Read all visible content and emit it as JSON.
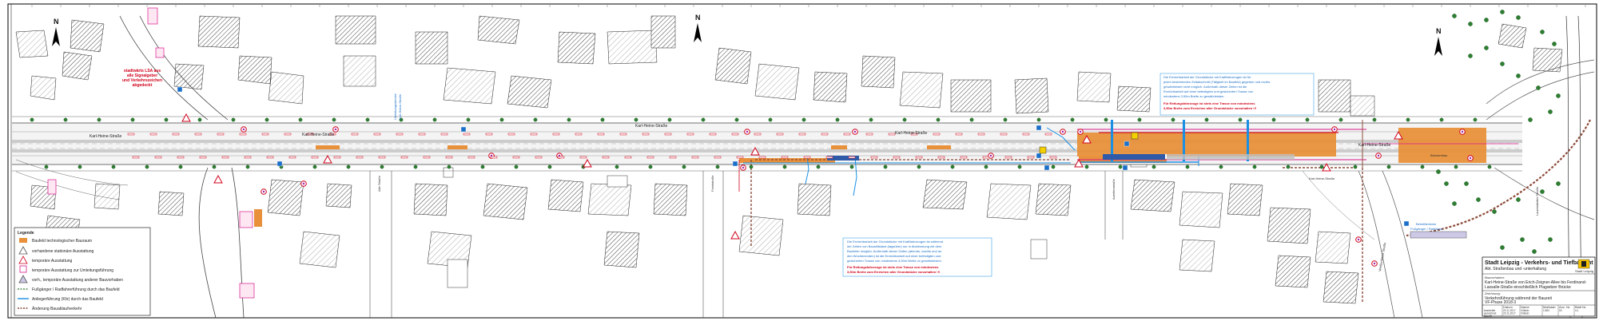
{
  "streets": {
    "main_left": "Karl-Heine-Straße",
    "main_mid": "Karl-Heine-Straße",
    "main_mid2": "Karl-Heine-Straße",
    "main_right": "Karl-Heine-Straße",
    "side_1": "Alte Straße",
    "side_2": "Forststraße",
    "side_3": "Aurelienstraße",
    "side_4": "Weißenfelser Straße",
    "side_5": "Lauchstädter Straße"
  },
  "north": "N",
  "notes": {
    "left_red": [
      "stadtwärts LSA aus",
      "alle Signalgeber",
      "und Verkehrszeichen",
      "abgedeckt"
    ],
    "left_blue": [
      "Umleitungsstrecke",
      "Karl-Heine-Straße"
    ],
    "mid_blue_1": [
      "Die Erreichbarkeit der Grundstücke mit Kraftfahrzeugen ist während",
      "der Zeiten von Baustillstand (tagsüber) nur in Abstimmung mit dem",
      "Bauleiter möglich. Außerhalb dieser Zeiten (abends, nachts und an",
      "den Wochenenden) ist die Erreichbarkeit auf einer befestigten und",
      "gesicherten Trasse von mindestens 3,50m Breite zu gewährleisten."
    ],
    "mid_red_1": [
      "Für Rettungsfahrzeuge ist stets eine Trasse von mindestens",
      "3,50m Breite zum Erreichen aller Grundstücke vorzuhalten !!!"
    ],
    "right_blue_1": [
      "Die Erreichbarkeit der Grundstücke mit Kraftfahrzeugen ist für",
      "jeden bestehenden Zeitabschnitt (Tätigkeit im Baufeld) gegeben und rechts",
      "gewährleistet nicht möglich. Außerhalb dieser Zeiten ist die",
      "Erreichbarkeit auf einer befestigten und gesicherten Trasse von",
      "mindestens 3,50m Breite zu gewährleisten."
    ],
    "right_red_1": [
      "Für Rettungsfahrzeuge ist stets eine Trasse von mindestens",
      "3,50m Breite zum Erreichen aller Grundstücke vorzuhalten !!!"
    ],
    "bridge": "Brückenbau",
    "footpath": [
      "Behelfsbrücke",
      "Fußgänger / Radfahrer"
    ],
    "bridge_street": "Karl-Heine-Straße"
  },
  "legend": {
    "title": "Legende",
    "items": [
      {
        "label": "Baufeld technologischer Bauraum"
      },
      {
        "label": "vorhandene stationäre Ausstattung"
      },
      {
        "label": "temporäre Ausstattung"
      },
      {
        "label": "temporäre Ausstattung zur Umleitungsführung"
      },
      {
        "label": "vorh., temporäre Ausstattung anderer Bauvorhaben"
      },
      {
        "label": "Fußgänger / Radfahrerführung durch das Baufeld"
      },
      {
        "label": "Anliegerführung (Kfz) durch das Baufeld"
      },
      {
        "label": "Änderung Bauablaufverkehr"
      }
    ]
  },
  "title_block": {
    "org": "Stadt Leipzig - Verkehrs- und Tiefbauamt",
    "dept": "Abt. Straßenbau und -unterhaltung",
    "logo_label": "Stadt Leipzig",
    "project_label": "Bauvorhaben:",
    "project": [
      "Karl-Heine-Straße von Erich-Zeigner-Allee bis Ferdinand-",
      "Lassalle-Straße einschließlich Plagwitzer Brücke"
    ],
    "drawing_label": "Zeichnung:",
    "drawing": [
      "Verkehrsführung während der Bauzeit",
      "VF-Phase 2018-3"
    ],
    "table_headers": [
      "",
      "Datum",
      "Name",
      "Maßstab",
      "Anz. Nr.",
      "Blatt Nr."
    ],
    "rows": [
      [
        "bearbeitet",
        "20.11.2017",
        "Völkeln",
        "1:500",
        "00",
        "4.1"
      ],
      [
        "gezeichnet",
        "20.11.2017",
        "Völkeln",
        "",
        "",
        ""
      ],
      [
        "geprüft",
        "",
        "",
        "",
        "",
        ""
      ]
    ]
  },
  "colors": {
    "construction": "#e8913a",
    "blue_route": "#1a8fe3",
    "red": "#d0021b",
    "magenta": "#d81b8a",
    "green": "#2e7d32"
  }
}
